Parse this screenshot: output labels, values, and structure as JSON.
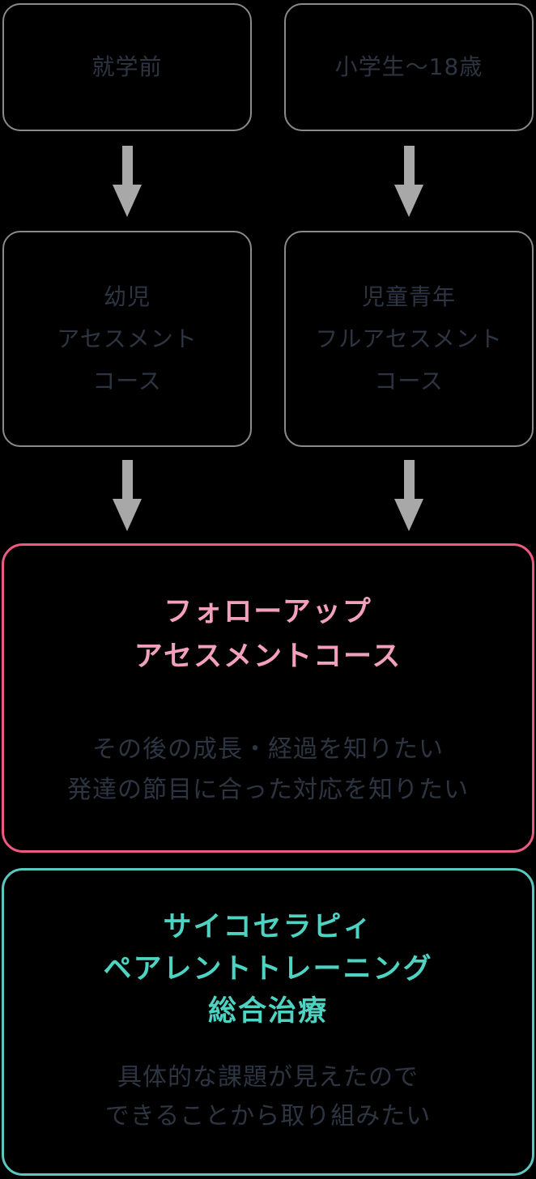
{
  "colors": {
    "background": "#000000",
    "flow_box_border": "#8a8a8a",
    "flow_text": "#2e3542",
    "arrow": "#a8a8a8",
    "followup_border": "#ec5a82",
    "followup_title": "#f2a0bb",
    "therapy_border": "#5ac8c0",
    "therapy_title": "#4ed2c2",
    "body_text": "#2e3542"
  },
  "flow": {
    "age_groups": [
      {
        "label": "就学前"
      },
      {
        "label": "小学生〜18歳"
      }
    ],
    "courses": [
      {
        "lines": [
          "幼児",
          "アセスメント",
          "コース"
        ]
      },
      {
        "lines": [
          "児童青年",
          "フルアセスメント",
          "コース"
        ]
      }
    ],
    "followup": {
      "title_lines": [
        "フォローアップ",
        "アセスメントコース"
      ],
      "body_lines": [
        "その後の成長・経過を知りたい",
        "発達の節目に合った対応を知りたい"
      ]
    },
    "therapy": {
      "title_lines": [
        "サイコセラピィ",
        "ペアレントトレーニング",
        "総合治療"
      ],
      "body_lines": [
        "具体的な課題が見えたので",
        "できることから取り組みたい"
      ]
    }
  }
}
